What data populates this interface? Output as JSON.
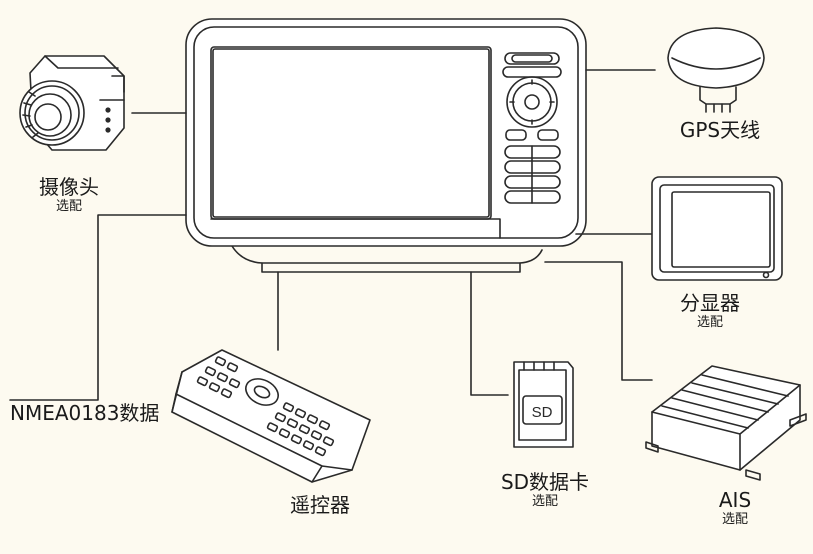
{
  "colors": {
    "background": "#fdfaf0",
    "stroke": "#2a2a2a",
    "fill": "#ffffff"
  },
  "labels": {
    "camera": {
      "main": "摄像头",
      "sub": "选配"
    },
    "gps": {
      "main": "GPS天线"
    },
    "secondary_display": {
      "main": "分显器",
      "sub": "选配"
    },
    "nmea": {
      "main": "NMEA0183数据"
    },
    "remote": {
      "main": "遥控器"
    },
    "sd_card": {
      "main": "SD数据卡",
      "sub": "选配",
      "card_text": "SD"
    },
    "ais": {
      "main": "AIS",
      "sub": "选配"
    }
  }
}
